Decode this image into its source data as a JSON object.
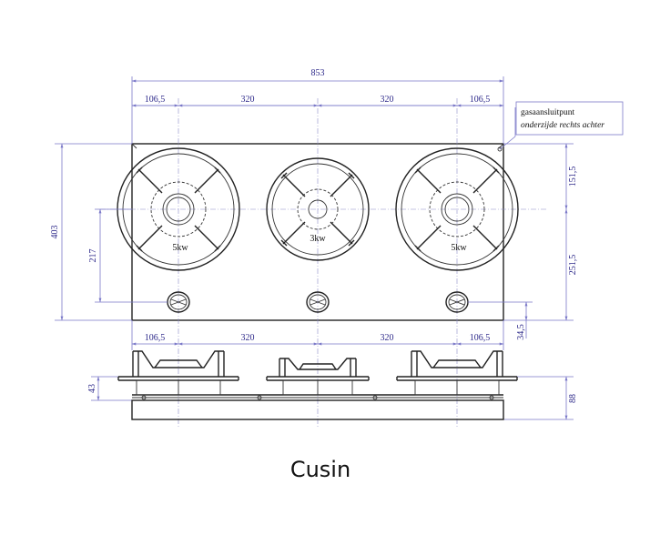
{
  "dimensions": {
    "overall_width": "853",
    "edge_left_top": "106,5",
    "spacing_left_top": "320",
    "spacing_right_top": "320",
    "edge_right_top": "106,5",
    "edge_left_bottom": "106,5",
    "spacing_left_bottom": "320",
    "spacing_right_bottom": "320",
    "edge_right_bottom": "106,5",
    "depth": "403",
    "knob_to_center": "217",
    "top_right": "151,5",
    "bottom_right": "251,5",
    "knob_offset": "34,5",
    "side_height_left": "43",
    "side_height_right": "88"
  },
  "burners": [
    {
      "power": "5kw"
    },
    {
      "power": "3kw"
    },
    {
      "power": "5kw"
    }
  ],
  "note": {
    "line1": "gasaansluitpunt",
    "line2": "onderzijde rechts achter"
  },
  "caption": "Cusin",
  "colors": {
    "dimension": "#2e2a8a",
    "outline": "#222222",
    "background": "#ffffff"
  }
}
